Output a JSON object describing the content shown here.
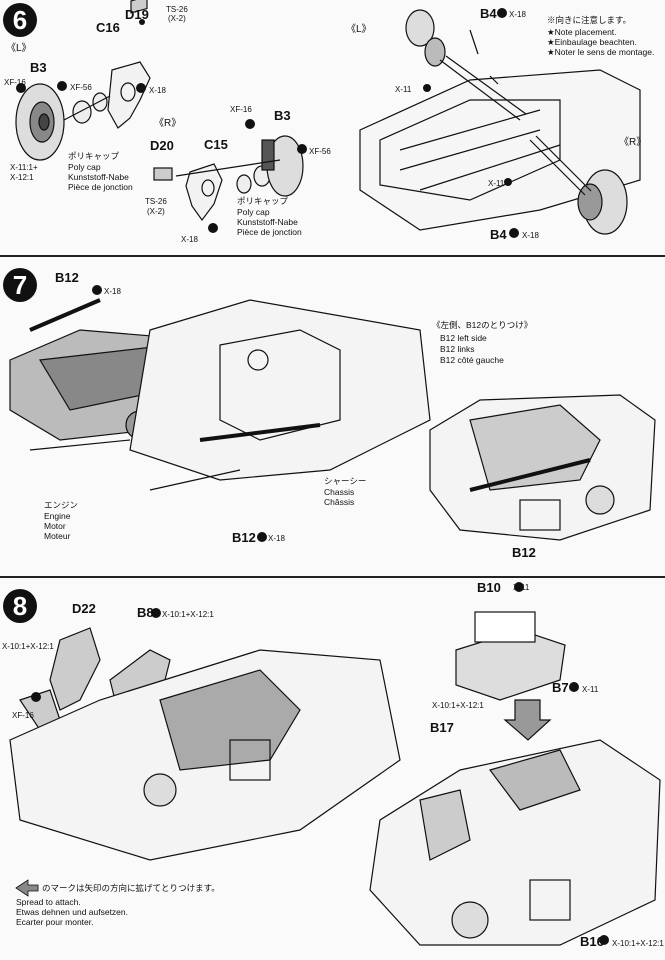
{
  "step6": {
    "number": "6",
    "left_side": "《L》",
    "right_side": "《R》",
    "left_side_2": "《L》",
    "right_side_2": "《R》",
    "parts": {
      "c16": "C16",
      "d19": "D19",
      "b3": "B3",
      "c15": "C15",
      "d20": "D20",
      "b3_r": "B3",
      "b4_top": "B4",
      "b4_bottom": "B4"
    },
    "screws": {
      "ts26_top": "TS-26",
      "ts26_top_qty": "(X-2)",
      "x18_c16": "X-18",
      "xf16_left": "XF-16",
      "xf56_left": "XF-56",
      "x11_12_a": "X-11:1+",
      "x11_12_b": "X-12:1",
      "xf16_right": "XF-16",
      "xf56_right": "XF-56",
      "ts26_bot": "TS-26",
      "ts26_bot_qty": "(X-2)",
      "x18_right": "X-18",
      "x18_b4_top": "X-18",
      "x11_left": "X-11",
      "x11_right": "X-11",
      "x18_b4_bottom": "X-18"
    },
    "polycap_left": [
      "ポリキャップ",
      "Poly cap",
      "Kunststoff-Nabe",
      "Pièce de jonction"
    ],
    "polycap_right": [
      "ポリキャップ",
      "Poly cap",
      "Kunststoff-Nabe",
      "Pièce de jonction"
    ],
    "note": [
      "※向きに注意します。",
      "★Note placement.",
      "★Einbaulage beachten.",
      "★Noter le sens de montage."
    ]
  },
  "step7": {
    "number": "7",
    "b12_top": "B12",
    "x18_top": "X-18",
    "b12_bottom": "B12",
    "x18_bottom": "X-18",
    "engine": [
      "エンジン",
      "Engine",
      "Motor",
      "Moteur"
    ],
    "chassis": [
      "シャーシー",
      "Chassis",
      "Châssis"
    ],
    "b12_left_side": [
      "《左側、B12のとりつけ》",
      "B12 left side",
      "B12 links",
      "B12 côté gauche"
    ],
    "b12_detail": "B12"
  },
  "step8": {
    "number": "8",
    "d22": "D22",
    "b8": "B8",
    "b8_screw": "X-10:1+X-12:1",
    "left_screw": "X-10:1+X-12:1",
    "xf16": "XF-16",
    "b10": "B10",
    "b10_screw": "X-11",
    "b7": "B7",
    "b7_screw": "X-11",
    "b17_screw": "X-10:1+X-12:1",
    "b17": "B17",
    "b16": "B16",
    "b16_screw": "X-10:1+X-12:1",
    "spread": [
      "のマークは矢印の方向に拡げてとりつけます。",
      "Spread to attach.",
      "Etwas dehnen und aufsetzen.",
      "Ecarter pour monter."
    ]
  }
}
